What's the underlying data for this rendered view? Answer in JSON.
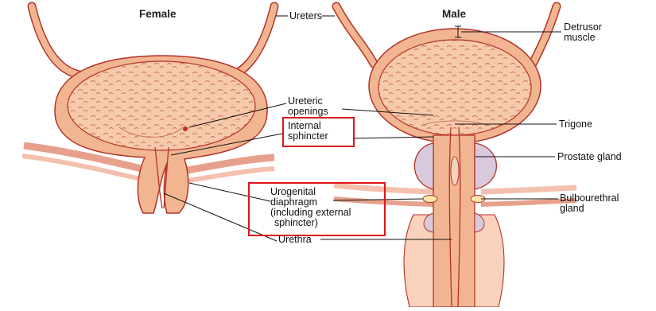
{
  "titles": {
    "female": "Female",
    "male": "Male"
  },
  "labels": {
    "ureters": "Ureters",
    "detrusor_line1": "Detrusor",
    "detrusor_line2": "muscle",
    "ureteric_line1": "Ureteric",
    "ureteric_line2": "openings",
    "internal_line1": "Internal",
    "internal_line2": "sphincter",
    "trigone": "Trigone",
    "prostate": "Prostate gland",
    "urogenital_line1": "Urogenital",
    "urogenital_line2": "diaphragm",
    "urogenital_line3": "(including external",
    "urogenital_line4": "sphincter)",
    "bulbo_line1": "Bulbourethral",
    "bulbo_line2": "gland",
    "urethra": "Urethra"
  },
  "colors": {
    "tissue": "#f2b592",
    "tissue_light": "#f8d2bc",
    "outline": "#b33326",
    "prostate": "#d9c9dd",
    "highlight_box": "#e0141c"
  }
}
